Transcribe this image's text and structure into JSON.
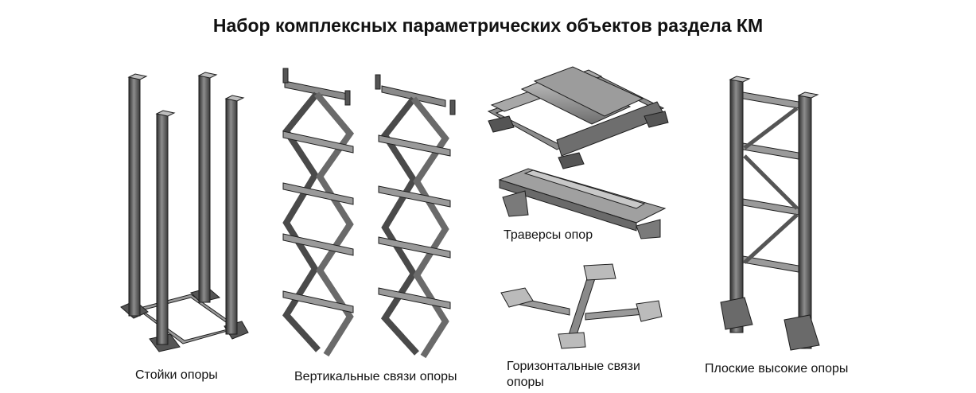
{
  "title": "Набор комплексных параметрических объектов раздела КМ",
  "captions": {
    "columns": "Стойки опоры",
    "vertical_braces": "Вертикальные связи опоры",
    "traverses": "Траверсы опор",
    "horizontal_braces": "Горизонтальные связи опоры",
    "flat_tall_supports": "Плоские высокие опоры"
  },
  "colors": {
    "steel_dark": "#3c3c3c",
    "steel_mid": "#7a7a7a",
    "steel_light": "#b9b9b9",
    "outline": "#1e1e1e"
  }
}
